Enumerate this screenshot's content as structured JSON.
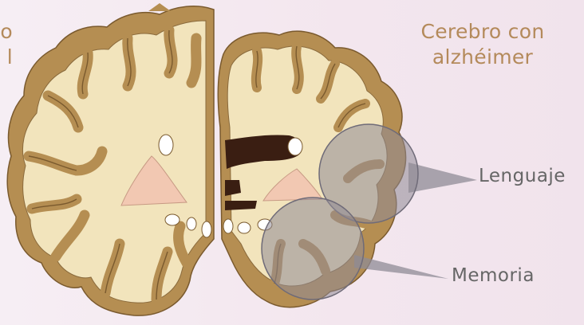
{
  "labels": {
    "left_title_line1": "o",
    "left_title_line2": "l",
    "right_title_line1": "Cerebro con",
    "right_title_line2": "alzhéimer",
    "callout_language": "Lenguaje",
    "callout_memory": "Memoria"
  },
  "colors": {
    "background": "#f4e8f0",
    "cortex_outer": "#b58e52",
    "white_matter": "#f2e4bc",
    "thalamus": "#f2c8b2",
    "ventricle": "#3a1e12",
    "highlight": "#8f8b96",
    "text_title": "#b48a5b",
    "text_callout": "#666666"
  }
}
